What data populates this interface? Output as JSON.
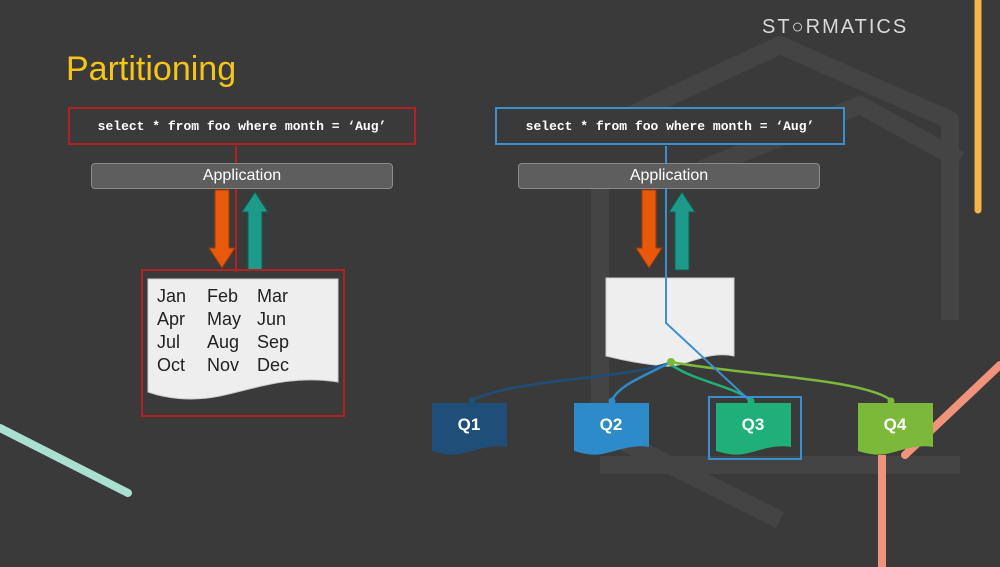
{
  "brand": {
    "logo_text": "ST○RMATICS"
  },
  "slide": {
    "title": "Partitioning"
  },
  "left": {
    "query": "select * from foo where month = ‘Aug’",
    "app_label": "Application",
    "months": [
      [
        "Jan",
        "Feb",
        "Mar"
      ],
      [
        "Apr",
        "May",
        "Jun"
      ],
      [
        "Jul",
        "Aug",
        "Sep"
      ],
      [
        "Oct",
        "Nov",
        "Dec"
      ]
    ]
  },
  "right": {
    "query": "select * from foo where month = ‘Aug’",
    "app_label": "Application",
    "partitions": [
      {
        "label": "Q1",
        "color": "#1f4e79"
      },
      {
        "label": "Q2",
        "color": "#2e8bc9"
      },
      {
        "label": "Q3",
        "color": "#1fb07a",
        "highlighted": true
      },
      {
        "label": "Q4",
        "color": "#7cb83a"
      }
    ]
  },
  "colors": {
    "title": "#f5c518",
    "down_arrow": "#e8590c",
    "up_arrow": "#1d9a8a",
    "left_box": "#b22222",
    "right_box": "#3a8fd1"
  }
}
